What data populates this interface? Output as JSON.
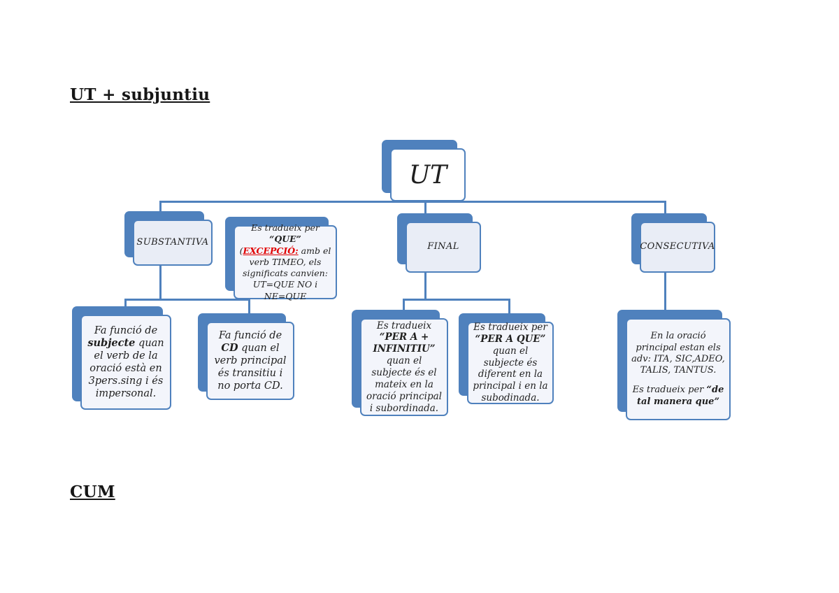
{
  "page": {
    "heading_top": "UT + subjuntiu",
    "heading_bottom": "CUM"
  },
  "colors": {
    "accent": "#4f81bd"
  },
  "diagram": {
    "root": {
      "label": "UT"
    },
    "branches": [
      {
        "label": "SUBSTANTIVA"
      },
      {
        "label": "FINAL"
      },
      {
        "label": "CONSECUTIVA"
      }
    ],
    "callout": {
      "parts": [
        {
          "t": "Es tradueix per "
        },
        {
          "t": "“QUE”",
          "c": "b"
        },
        {
          "t": " ("
        },
        {
          "t": "EXCEPCIÓ:",
          "c": "rb"
        },
        {
          "t": " amb el verb TIMEO, els significats canvien: UT=QUE NO i NE=QUE"
        }
      ]
    },
    "leaves": {
      "subjecte": {
        "parts": [
          {
            "t": "Fa funció de "
          },
          {
            "t": "subjecte",
            "c": "b"
          },
          {
            "t": " quan el verb de la oració està en 3pers.sing i és impersonal."
          }
        ]
      },
      "cd": {
        "parts": [
          {
            "t": "Fa funció de "
          },
          {
            "t": "CD",
            "c": "b"
          },
          {
            "t": " quan el verb principal és transitiu i no porta CD."
          }
        ]
      },
      "infinitiu": {
        "parts": [
          {
            "t": "Es tradueix "
          },
          {
            "t": "“PER A + INFINITIU”",
            "c": "b"
          },
          {
            "t": " quan el subjecte és el mateix en la oració principal i subordinada."
          }
        ]
      },
      "peraque": {
        "parts": [
          {
            "t": "Es tradueix per "
          },
          {
            "t": "“PER A QUE”",
            "c": "b"
          },
          {
            "t": " quan el subjecte és diferent en la principal i en la subodinada."
          }
        ]
      },
      "consecutiva": {
        "p1": [
          {
            "t": "En la oració principal estan els adv: ITA, SIC,ADEO, TALIS, TANTUS."
          }
        ],
        "p2": [
          {
            "t": "Es tradueix per "
          },
          {
            "t": "“de tal manera que”",
            "c": "b"
          }
        ]
      }
    }
  }
}
